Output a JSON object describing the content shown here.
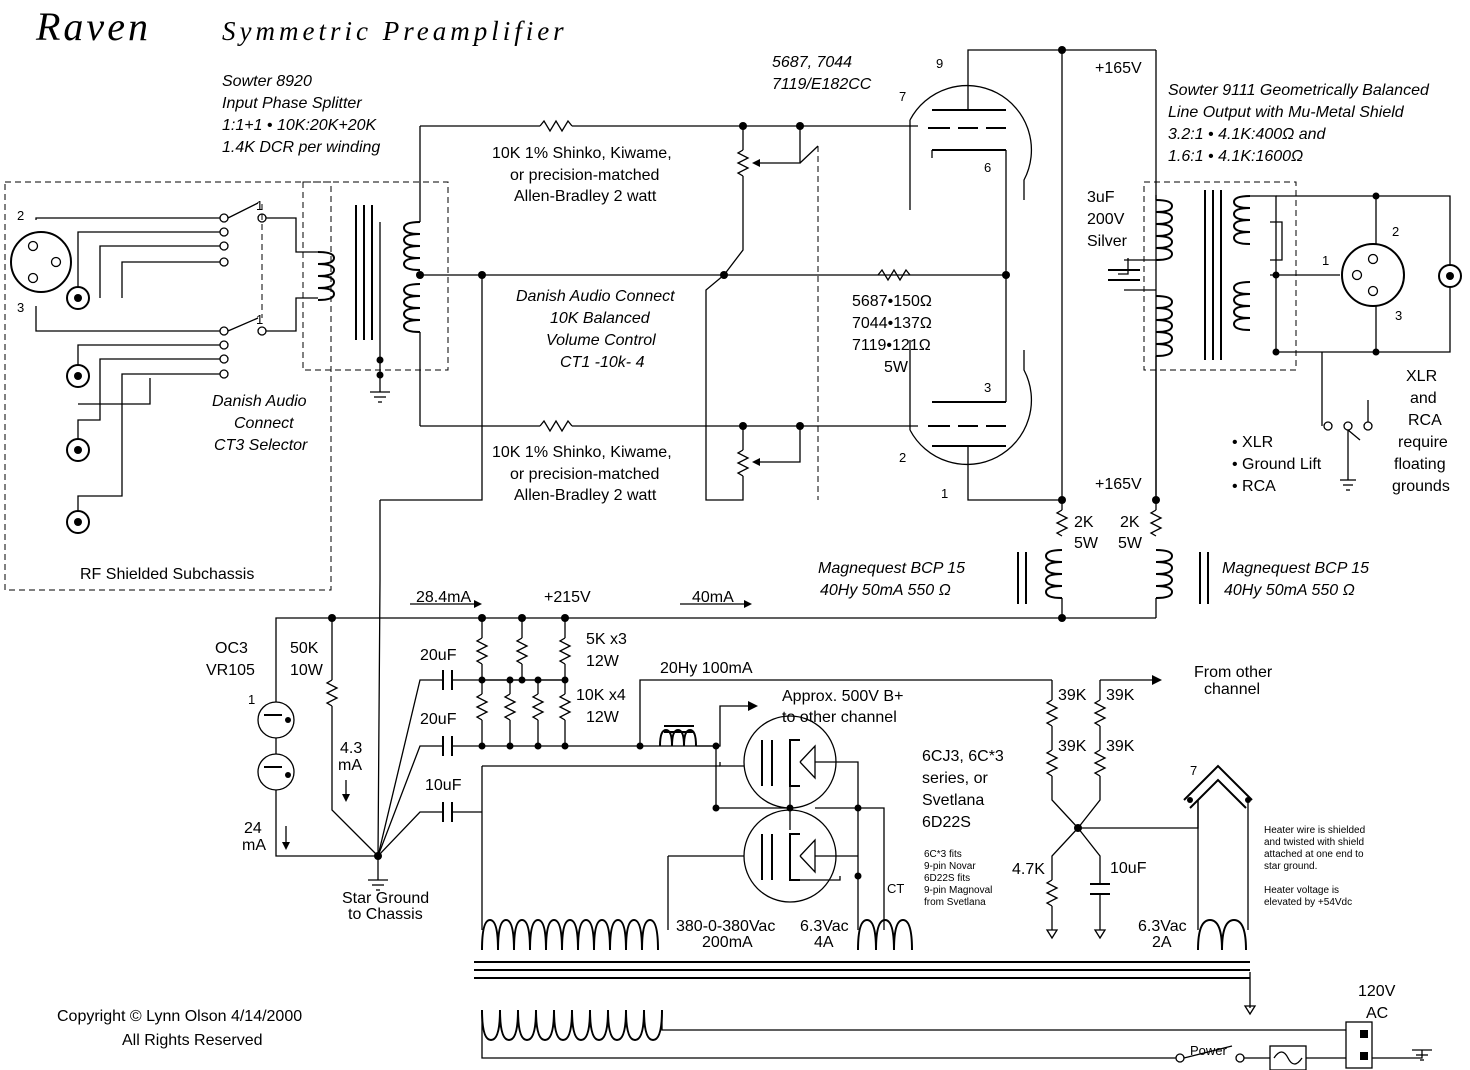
{
  "title": "Raven",
  "subtitle": "Symmetric Preamplifier",
  "labels": {
    "input_xfmr": [
      "Sowter 8920",
      "Input Phase Splitter",
      "1:1+1 • 10K:20K+20K",
      "1.4K DCR per winding"
    ],
    "selector": [
      "Danish Audio",
      "Connect",
      "CT3 Selector"
    ],
    "subchassis": "RF Shielded Subchassis",
    "resistor_top": [
      "10K  1% Shinko, Kiwame,",
      "or precision-matched",
      "Allen-Bradley 2 watt"
    ],
    "resistor_bottom": [
      "10K  1% Shinko, Kiwame,",
      "or precision-matched",
      "Allen-Bradley 2 watt"
    ],
    "volume": [
      "Danish Audio Connect",
      "10K Balanced",
      "Volume Control",
      "CT1 -10k- 4"
    ],
    "tube_types": [
      "5687, 7044",
      "7119/E182CC"
    ],
    "cathode_r": [
      "5687•150Ω",
      "7044•137Ω",
      "7119•121Ω",
      "5W"
    ],
    "output_xfmr": [
      "Sowter 9111 Geometrically Balanced",
      "Line Output with Mu-Metal Shield",
      "3.2:1 • 4.1K:400Ω  and",
      "1.6:1 • 4.1K:1600Ω"
    ],
    "cap_out": [
      "3uF",
      "200V",
      "Silver"
    ],
    "plus165_top": "+165V",
    "plus165_bottom": "+165V",
    "xlr_note": [
      "XLR",
      "and",
      "RCA",
      "require",
      "floating",
      "grounds"
    ],
    "switch_opts": [
      "• XLR",
      "• Ground Lift",
      "• RCA"
    ],
    "r2k_left": [
      "2K",
      "5W"
    ],
    "r2k_right": [
      "2K",
      "5W"
    ],
    "choke_left": [
      "Magnequest BCP 15",
      "40Hy  50mA 550 Ω"
    ],
    "choke_right": [
      "Magnequest BCP 15",
      "40Hy  50mA 550 Ω"
    ],
    "i_28": "28.4mA",
    "b215": "+215V",
    "i_40": "40mA",
    "oc3": [
      "OC3",
      "VR105"
    ],
    "r50k": [
      "50K",
      "10W"
    ],
    "i43": [
      "4.3",
      "mA"
    ],
    "i24": [
      "24",
      "mA"
    ],
    "c20a": "20uF",
    "c20b": "20uF",
    "c10": "10uF",
    "r5k": [
      "5K x3",
      "12W"
    ],
    "r10k": [
      "10K x4",
      "12W"
    ],
    "choke_ps": "20Hy 100mA",
    "bplus": [
      "Approx. 500V B+",
      "to other channel"
    ],
    "rect": [
      "6CJ3, 6C*3",
      "series, or",
      "Svetlana",
      "6D22S"
    ],
    "rect_note": [
      "6C*3 fits",
      "9-pin Novar",
      "6D22S fits",
      "9-pin Magnoval",
      "from Svetlana"
    ],
    "r39k": [
      "39K",
      "39K",
      "39K",
      "39K"
    ],
    "from_other": [
      "From other",
      "channel"
    ],
    "r47k": "4.7K",
    "c10b": "10uF",
    "heater_note": [
      "Heater wire is shielded",
      "and twisted with shield",
      "attached at one end to",
      "star ground.",
      "",
      "Heater voltage is",
      "elevated by +54Vdc"
    ],
    "star": [
      "Star Ground",
      "to Chassis"
    ],
    "sec_hv": [
      "380-0-380Vac",
      "200mA"
    ],
    "sec_63a": [
      "6.3Vac",
      "4A"
    ],
    "sec_63b": [
      "6.3Vac",
      "2A"
    ],
    "ct": "CT",
    "mains": [
      "120V",
      "AC"
    ],
    "power": "Power",
    "copyright": [
      "Copyright © Lynn Olson 4/14/2000",
      "All Rights Reserved"
    ],
    "pins": {
      "p9": "9",
      "p7": "7",
      "p6": "6",
      "p3": "3",
      "p2": "2",
      "p1": "1",
      "x2": "2",
      "x3": "3",
      "o1": "1",
      "o2": "2",
      "o3": "3",
      "s1a": "1",
      "s1b": "1"
    }
  }
}
